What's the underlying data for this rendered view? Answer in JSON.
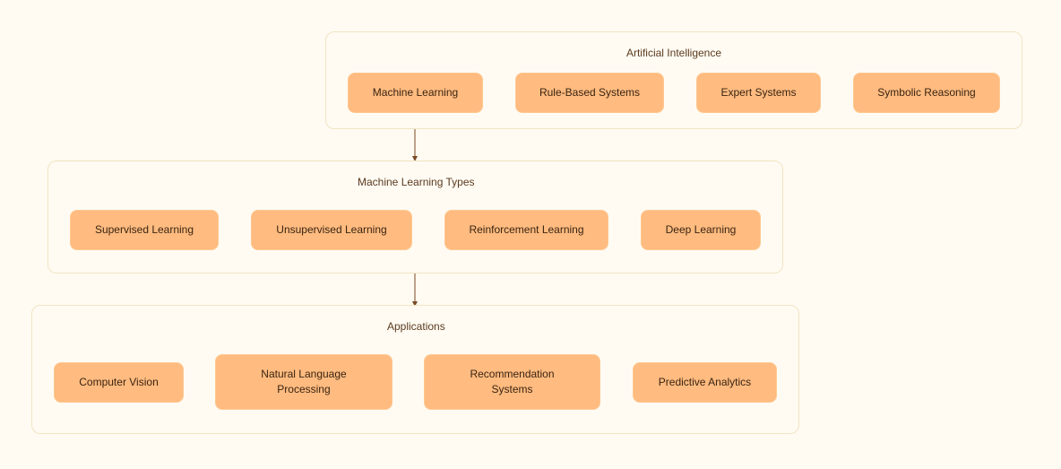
{
  "colors": {
    "background": "#fffbf3",
    "group_border": "#f1e4c2",
    "node_fill": "#ffbb80",
    "edge": "#7a4a23"
  },
  "groups": {
    "ai": {
      "title": "Artificial Intelligence",
      "nodes": [
        "Machine Learning",
        "Rule-Based Systems",
        "Expert Systems",
        "Symbolic Reasoning"
      ]
    },
    "ml_types": {
      "title": "Machine Learning Types",
      "nodes": [
        "Supervised Learning",
        "Unsupervised Learning",
        "Reinforcement Learning",
        "Deep Learning"
      ]
    },
    "applications": {
      "title": "Applications",
      "nodes": [
        "Computer Vision",
        "Natural Language\nProcessing",
        "Recommendation\nSystems",
        "Predictive Analytics"
      ]
    }
  },
  "edges": [
    {
      "from": "Machine Learning",
      "to": "Machine Learning Types"
    },
    {
      "from": "Machine Learning Types",
      "to": "Applications"
    }
  ]
}
